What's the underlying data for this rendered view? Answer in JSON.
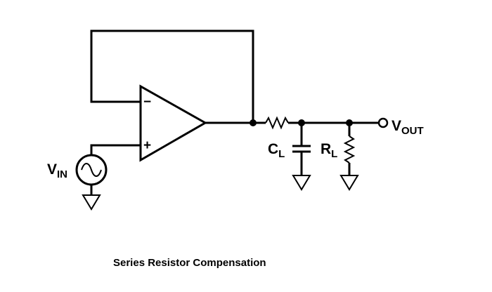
{
  "caption": "Series Resistor Compensation",
  "labels": {
    "vin": {
      "main": "V",
      "sub": "IN"
    },
    "vout": {
      "main": "V",
      "sub": "OUT"
    },
    "cl": {
      "main": "C",
      "sub": "L"
    },
    "rl": {
      "main": "R",
      "sub": "L"
    },
    "inverting": "−",
    "noninverting": "+"
  }
}
